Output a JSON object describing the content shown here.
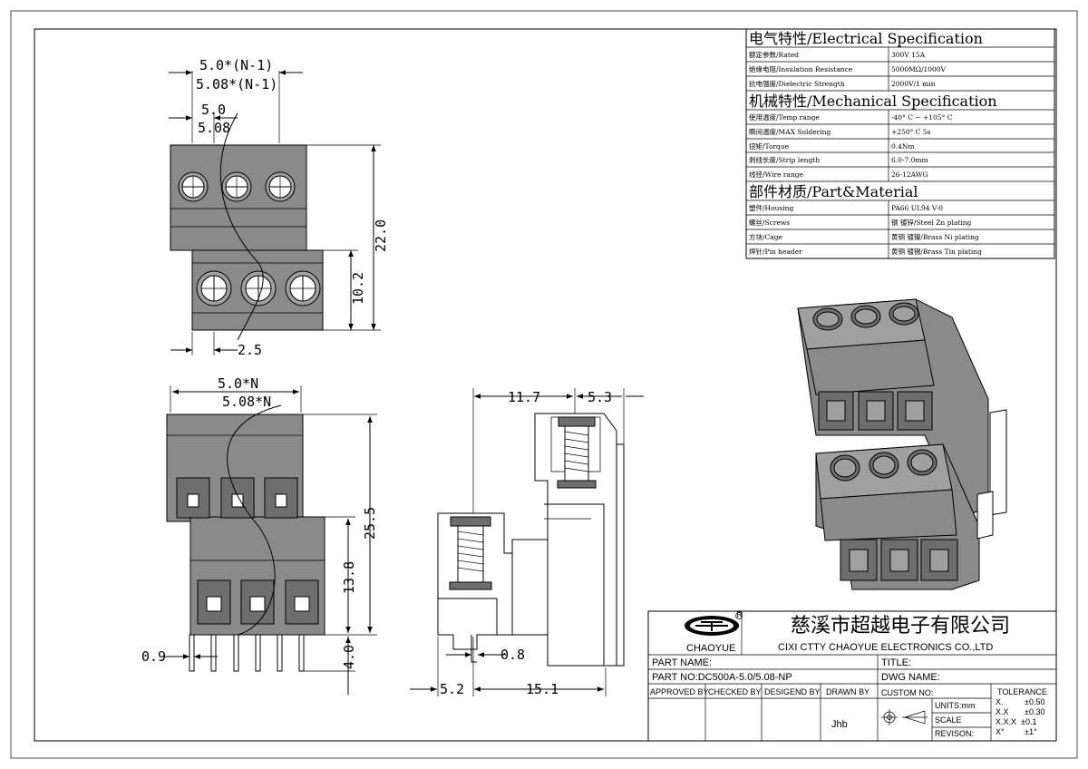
{
  "spec_table": {
    "sections": [
      {
        "title": "电气特性/Electrical Specification",
        "rows": [
          {
            "label": "额定参数/Rated",
            "value": "300V  15A"
          },
          {
            "label": "绝缘电阻/Insulation Resistance",
            "value": "5000MΩ/1000V"
          },
          {
            "label": "抗电强度/Dielectric Strength",
            "value": "2000V/1 min"
          }
        ]
      },
      {
        "title": "机械特性/Mechanical Specification",
        "rows": [
          {
            "label": "使用温度/Temp range",
            "value": "-40° C ~ +105° C"
          },
          {
            "label": "瞬间温度/MAX Soldering",
            "value": "+250° C   5s"
          },
          {
            "label": "扭矩/Torque",
            "value": "0.4Nm"
          },
          {
            "label": "剥线长度/Strip length",
            "value": "6.0-7.0mm"
          },
          {
            "label": "线径/Wire range",
            "value": "26-12AWG"
          }
        ]
      },
      {
        "title": "部件材质/Part&Material",
        "rows": [
          {
            "label": "塑件/Housing",
            "value": "PA66 UL94 V-0"
          },
          {
            "label": "螺丝/Screws",
            "value": "钢 镀锌/Steel Zn plating"
          },
          {
            "label": "方块/Cage",
            "value": "黄铜 镀镍/Brass Ni plating"
          },
          {
            "label": "焊针/Pin header",
            "value": "黄铜 镀锡/Brass Tin plating"
          }
        ]
      }
    ]
  },
  "dimensions": {
    "top_pitch_n1": "5.0*(N-1)",
    "top_pitch_n1_alt": "5.08*(N-1)",
    "top_pitch": "5.0",
    "top_pitch_alt": "5.08",
    "top_height": "22.0",
    "top_lower_height": "10.2",
    "top_offset": "2.5",
    "front_width": "5.0*N",
    "front_width_alt": "5.08*N",
    "front_height": "25.5",
    "front_lower_height": "13.8",
    "front_pin_length": "4.0",
    "front_pin_pitch": "0.9",
    "side_upper_offset": "11.7",
    "side_upper_depth": "5.3",
    "side_lower_left": "5.2",
    "side_depth": "15.1",
    "side_pin": "0.8"
  },
  "title_block": {
    "company_cn": "慈溪市超越电子有限公司",
    "company_en": "CIXI CTTY CHAOYUE ELECTRONICS CO.,LTD",
    "logo_text": "CHAOYUE",
    "part_name_label": "PART NAME:",
    "title_label": "TITLE:",
    "part_no": "PART NO:DC500A-5.0/5.08-NP",
    "dwg_name_label": "DWG NAME:",
    "approved_by": "APPROVED BY",
    "checked_by": "CHECKED BY",
    "designed_by": "DESIGEND BY",
    "drawn_by": "DRAWN BY",
    "custom_no": "CUSTOM NO:",
    "drawn_by_value": "Jhb",
    "units": "UNITS:mm",
    "scale": "SCALE",
    "revision": "REVISON:",
    "tolerance_title": "TOLERANCE",
    "tolerances": [
      {
        "k": "X.",
        "v": "±0.50"
      },
      {
        "k": "X.X",
        "v": "±0.30"
      },
      {
        "k": "X.X.X",
        "v": "±0.1"
      },
      {
        "k": "X°",
        "v": "±1°"
      }
    ]
  }
}
